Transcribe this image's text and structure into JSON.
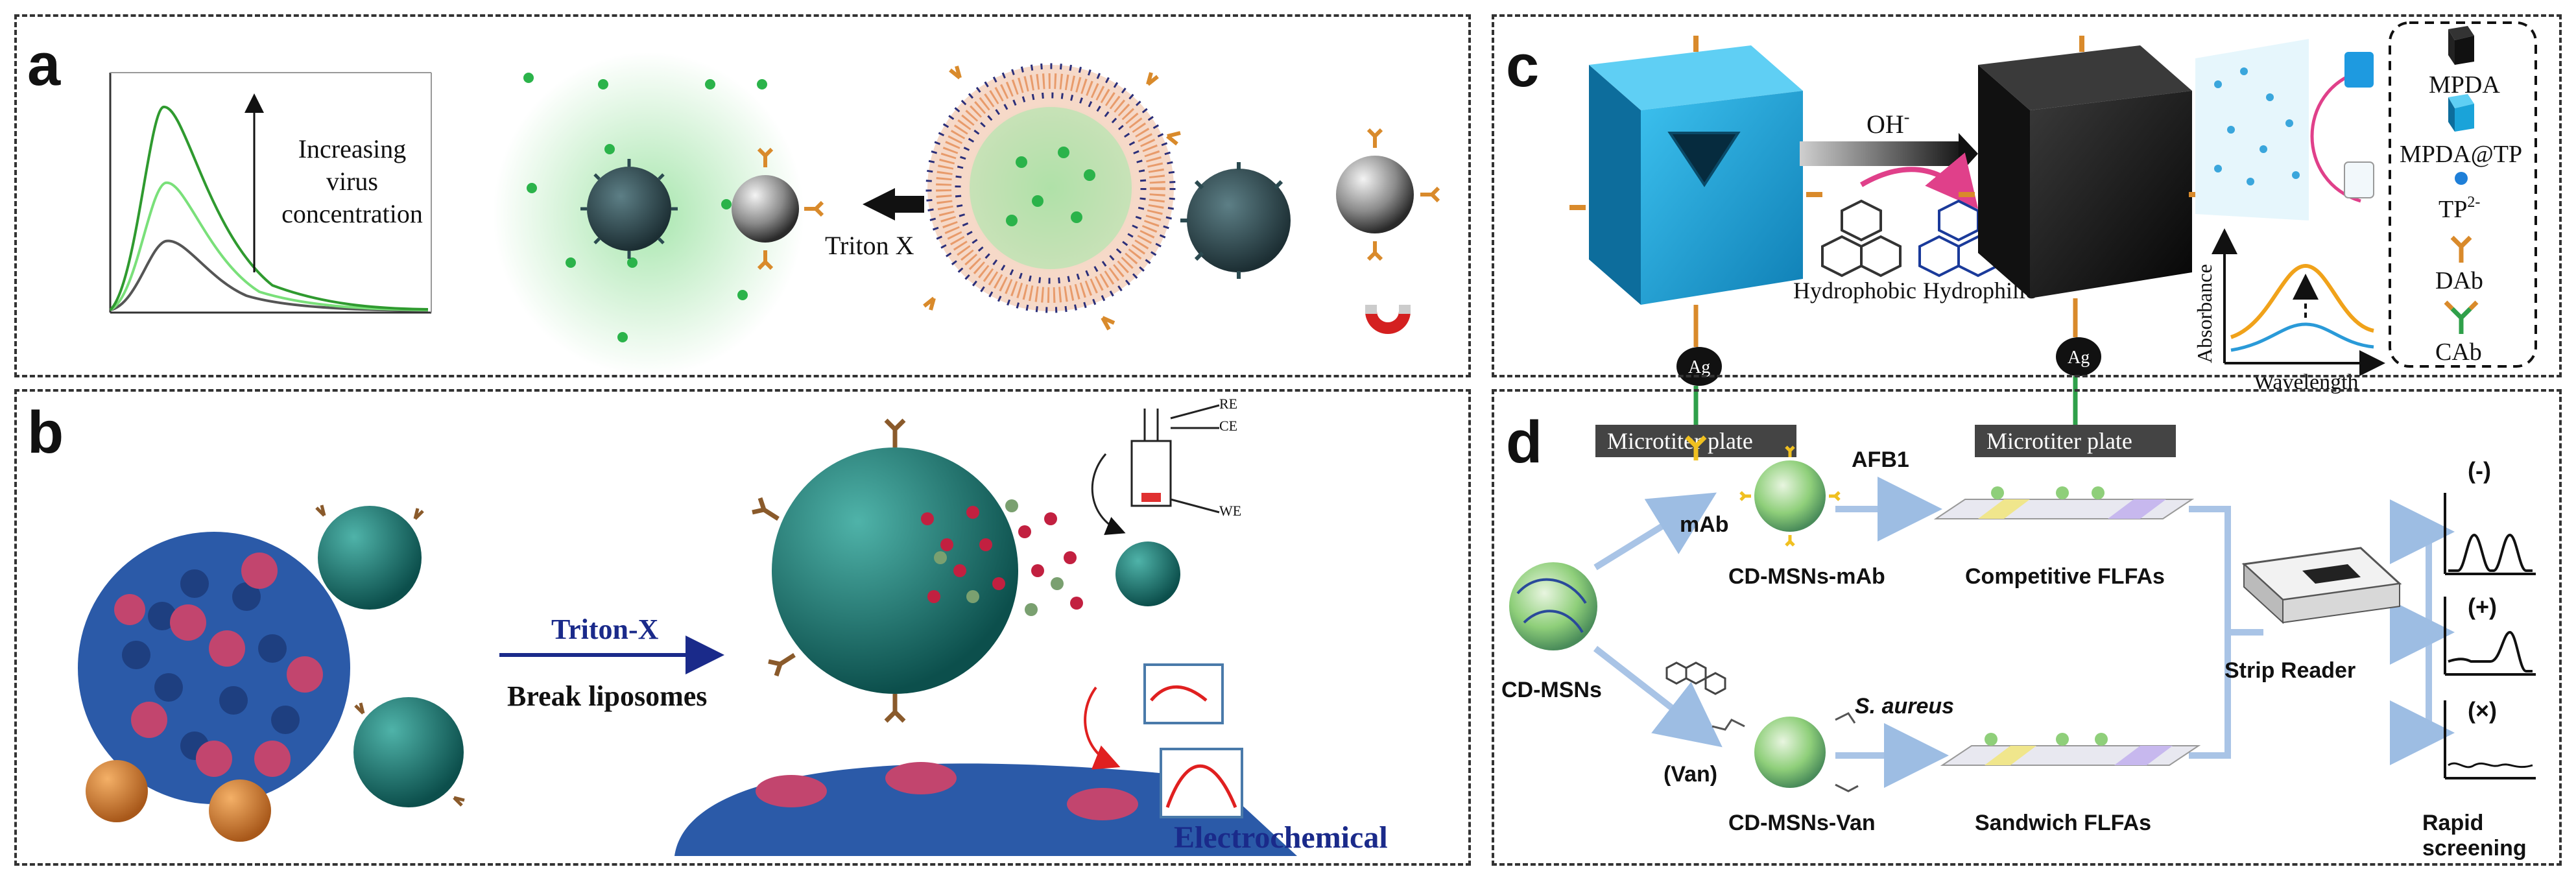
{
  "panels": {
    "a": {
      "label": "a",
      "plot_note": "Increasing virus concentration",
      "reagent": "Triton X",
      "line_colors": [
        "#555555",
        "#7ae07a",
        "#2f9a2f"
      ]
    },
    "b": {
      "label": "b",
      "reagent": "Triton-X",
      "step": "Break liposomes",
      "readout": "Electrochemical",
      "electrodes": [
        "RE",
        "CE",
        "WE"
      ]
    },
    "c": {
      "label": "c",
      "oh": "OH",
      "oh_sup": "-",
      "ag": "Ag",
      "plate": "Microtiter plate",
      "hydrophobic": "Hydrophobic",
      "hydrophilic": "Hydrophilic",
      "axis_y": "Absorbance",
      "axis_x": "Wavelength",
      "legend": [
        "MPDA",
        "MPDA@TP",
        "TP",
        "DAb",
        "CAb"
      ],
      "tp_sup": "2-"
    },
    "d": {
      "label": "d",
      "mab": "mAb",
      "afb1": "AFB1",
      "mab_conj": "CD-MSNs-mAb",
      "competitive": "Competitive FLFAs",
      "cd_msns": "CD-MSNs",
      "van": "(Van)",
      "s_aureus": "S. aureus",
      "van_conj": "CD-MSNs-Van",
      "sandwich": "Sandwich FLFAs",
      "strip_reader": "Strip Reader",
      "neg": "(-)",
      "pos": "(+)",
      "invalid": "(×)",
      "rapid": "Rapid screening"
    }
  },
  "colors": {
    "teal": "#1f7f7a",
    "orange": "#d98a2b",
    "blue_cube": "#1aa3d9",
    "dark_blue_text": "#1a2a8a",
    "green_glow": "#5fd16a",
    "flow_arrow": "#a9c4e6"
  }
}
